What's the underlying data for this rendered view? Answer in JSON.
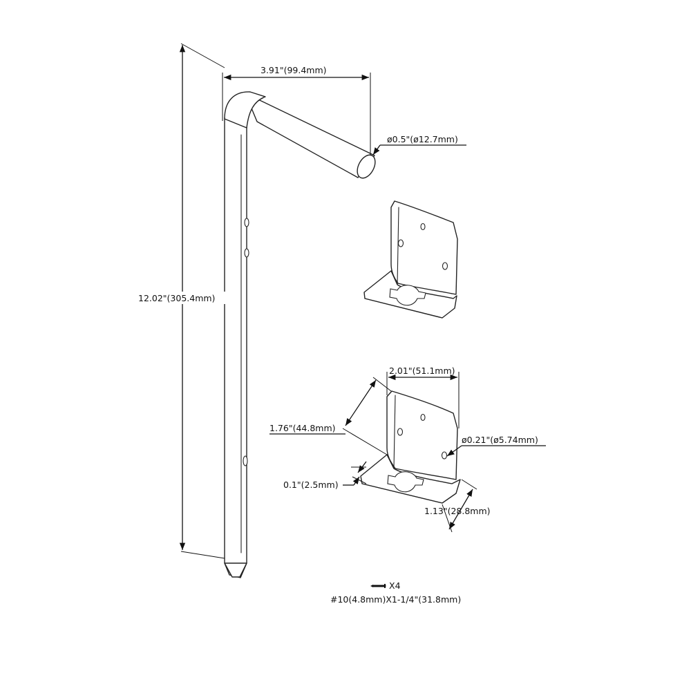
{
  "dimensions": {
    "overall_length": "12.02\"(305.4mm)",
    "arm_length": "3.91\"(99.4mm)",
    "rod_diameter": "ø0.5\"(ø12.7mm)",
    "bracket_width": "2.01\"(51.1mm)",
    "bracket_height": "1.76\"(44.8mm)",
    "hole_diameter": "ø0.21\"(ø5.74mm)",
    "plate_thickness": "0.1\"(2.5mm)",
    "base_depth": "1.13\"(28.8mm)"
  },
  "screws": {
    "quantity": "X4",
    "spec": "#10(4.8mm)X1-1/4\"(31.8mm)"
  },
  "colors": {
    "line": "#222222",
    "background": "#ffffff"
  }
}
